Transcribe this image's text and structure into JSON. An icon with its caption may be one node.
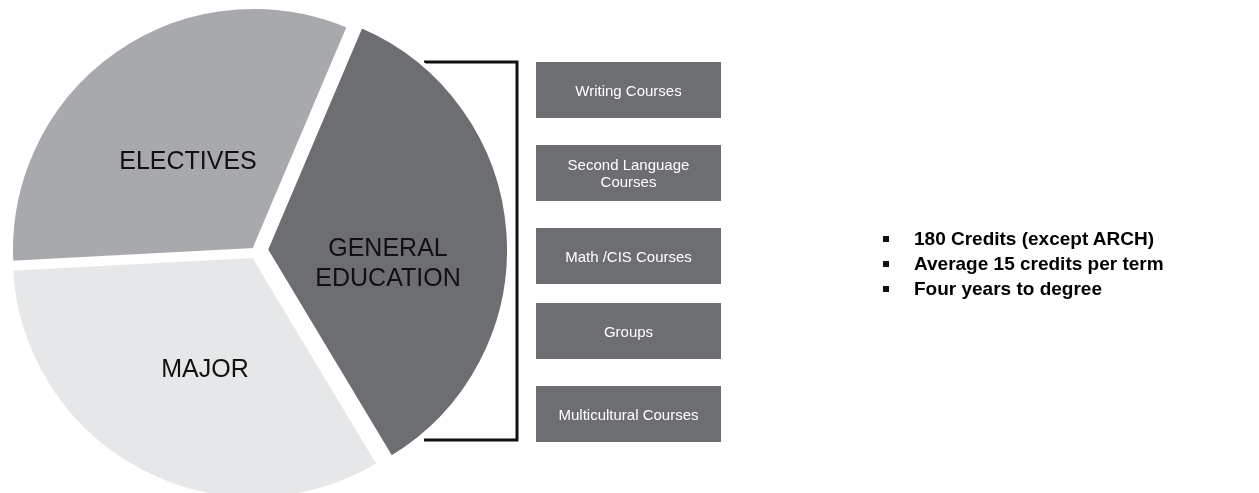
{
  "diagram": {
    "nodes": [
      {
        "text": [
          "ELECTIVES"
        ]
      },
      {
        "text": [
          "GENERAL EDUCATION"
        ]
      },
      {
        "text": [
          "MAJOR"
        ]
      },
      {
        "text": [
          "Writing Courses"
        ]
      },
      {
        "text": [
          "Second Language Courses"
        ]
      },
      {
        "text": [
          "Math /CIS Courses"
        ]
      },
      {
        "text": [
          "Groups"
        ]
      },
      {
        "text": [
          "Multicultural Courses"
        ]
      }
    ],
    "labels": [
      "180 Credits (except ARCH)",
      "Average 15 credits per term",
      "Four years to degree"
    ]
  }
}
